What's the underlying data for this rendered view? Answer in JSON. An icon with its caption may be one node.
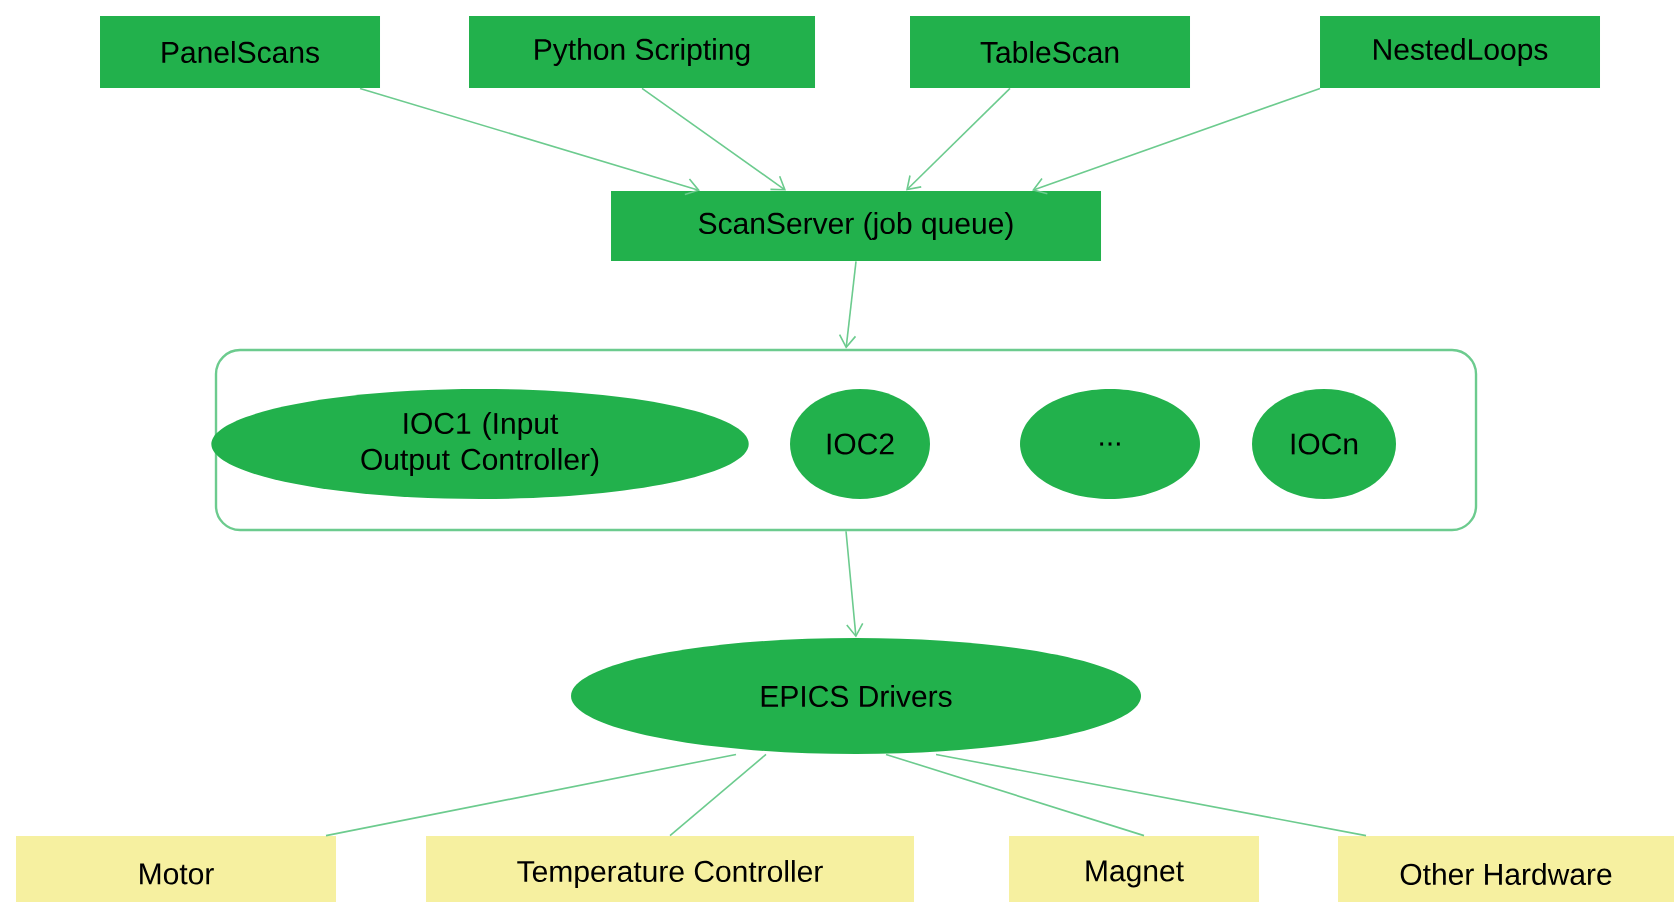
{
  "diagram": {
    "nodes": [
      {
        "text": [
          "PanelScans"
        ]
      },
      {
        "text": [
          "Python Scripting"
        ]
      },
      {
        "text": [
          "TableScan"
        ]
      },
      {
        "text": [
          "NestedLoops"
        ]
      },
      {
        "text": [
          "ScanServer (job queue)"
        ]
      },
      {
        "text": [],
        "shape": "box"
      },
      {
        "text": [
          "IOC1 (Input Output Controller)"
        ],
        "in": 5
      },
      {
        "text": [
          "IOC2"
        ],
        "in": 5
      },
      {
        "text": [
          "..."
        ],
        "in": 5
      },
      {
        "text": [
          "IOCn"
        ],
        "in": 5
      },
      {
        "text": [
          "EPICS Drivers"
        ]
      },
      {
        "text": [
          "Motor"
        ]
      },
      {
        "text": [
          "Temperature Controller"
        ]
      },
      {
        "text": [
          "Magnet"
        ]
      },
      {
        "text": [
          "Other Hardware"
        ]
      }
    ],
    "edges": [
      {
        "from": 0,
        "to": 4,
        "arrow": "to"
      },
      {
        "from": 1,
        "to": 4,
        "arrow": "to"
      },
      {
        "from": 2,
        "to": 4,
        "arrow": "to"
      },
      {
        "from": 3,
        "to": 4,
        "arrow": "to"
      },
      {
        "from": 4,
        "to": 5,
        "arrow": "to"
      },
      {
        "from": 5,
        "to": 10,
        "arrow": "to"
      },
      {
        "from": 10,
        "to": 11,
        "arrow": "none"
      },
      {
        "from": 10,
        "to": 12,
        "arrow": "none"
      },
      {
        "from": 10,
        "to": 13,
        "arrow": "none"
      },
      {
        "from": 10,
        "to": 14,
        "arrow": "none"
      }
    ]
  }
}
